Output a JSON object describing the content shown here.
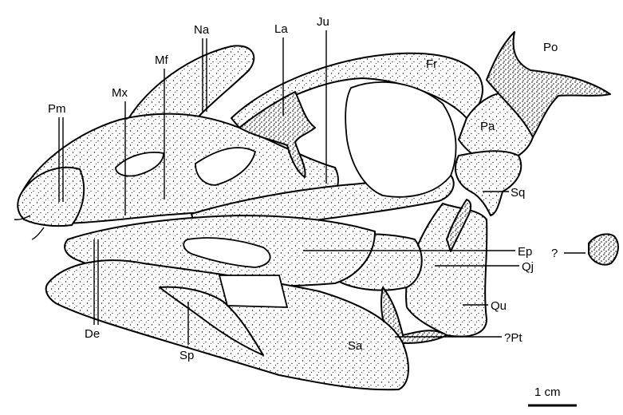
{
  "labels": {
    "pm": "Pm",
    "mx": "Mx",
    "mf": "Mf",
    "na": "Na",
    "la": "La",
    "ju": "Ju",
    "fr": "Fr",
    "po": "Po",
    "pa": "Pa",
    "sq": "Sq",
    "ep": "Ep",
    "qj": "Qj",
    "qu": "Qu",
    "pt": "?Pt",
    "de": "De",
    "sp": "Sp",
    "sa": "Sa",
    "unknown": "?"
  },
  "scale_bar": {
    "label": "1 cm"
  },
  "colors": {
    "ink": "#000000",
    "paper": "#ffffff"
  }
}
